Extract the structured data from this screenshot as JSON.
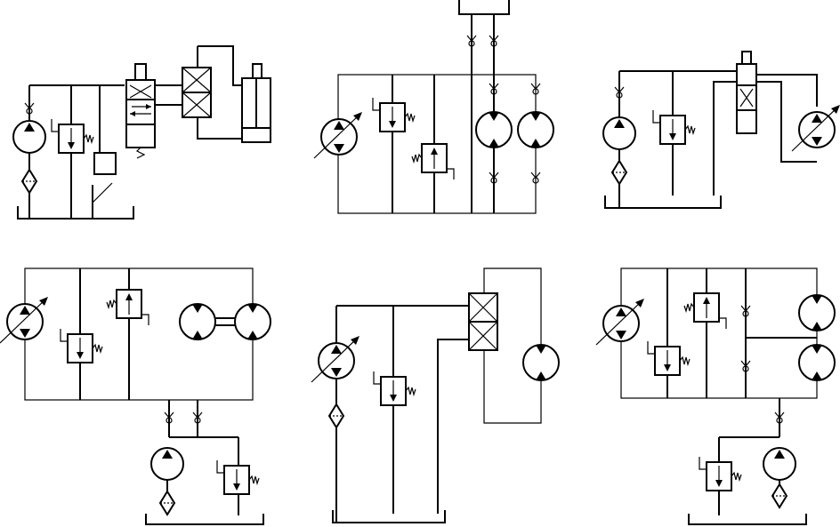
{
  "figure": {
    "description_visible_text": "",
    "panels": [
      {
        "id": "circuit-1",
        "components": [
          "pump",
          "filter",
          "check-valve",
          "relief-valve",
          "reducing-valve",
          "directional-valve-4-3",
          "hydraulic-lock",
          "cylinder",
          "tank"
        ]
      },
      {
        "id": "circuit-2",
        "components": [
          "variable-pump",
          "relief-valve",
          "relief-valve",
          "motor",
          "motor",
          "check-valves"
        ]
      },
      {
        "id": "circuit-3",
        "components": [
          "pump",
          "filter",
          "check-valve",
          "relief-valve",
          "directional-valve-4-3",
          "variable-motor",
          "tank"
        ]
      },
      {
        "id": "circuit-4",
        "components": [
          "variable-pump",
          "relief-valve",
          "relief-valve",
          "motor",
          "motor",
          "check-valves",
          "pump",
          "filter",
          "relief-valve",
          "tank"
        ]
      },
      {
        "id": "circuit-5",
        "components": [
          "variable-pump",
          "filter",
          "relief-valve",
          "hydraulic-lock",
          "motor",
          "tank"
        ]
      },
      {
        "id": "circuit-6",
        "components": [
          "variable-pump",
          "relief-valve",
          "relief-valve",
          "check-valves",
          "motor",
          "motor",
          "pump",
          "filter",
          "relief-valve",
          "tank"
        ]
      }
    ]
  }
}
